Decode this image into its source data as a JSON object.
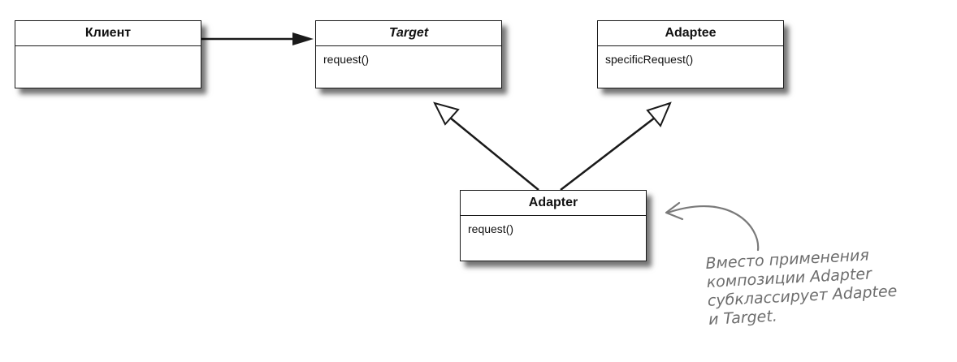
{
  "classes": {
    "client": {
      "name": "Клиент",
      "methods": []
    },
    "target": {
      "name": "Target",
      "methods": [
        "request()"
      ]
    },
    "adaptee": {
      "name": "Adaptee",
      "methods": [
        "specificRequest()"
      ]
    },
    "adapter": {
      "name": "Adapter",
      "methods": [
        "request()"
      ]
    }
  },
  "annotation": {
    "lines": [
      "Вместо применения",
      "композиции Adapter",
      "субклассирует Adaptee",
      "и Target."
    ]
  },
  "colors": {
    "line": "#1a1a1a",
    "annotation": "#6e6e6e"
  }
}
